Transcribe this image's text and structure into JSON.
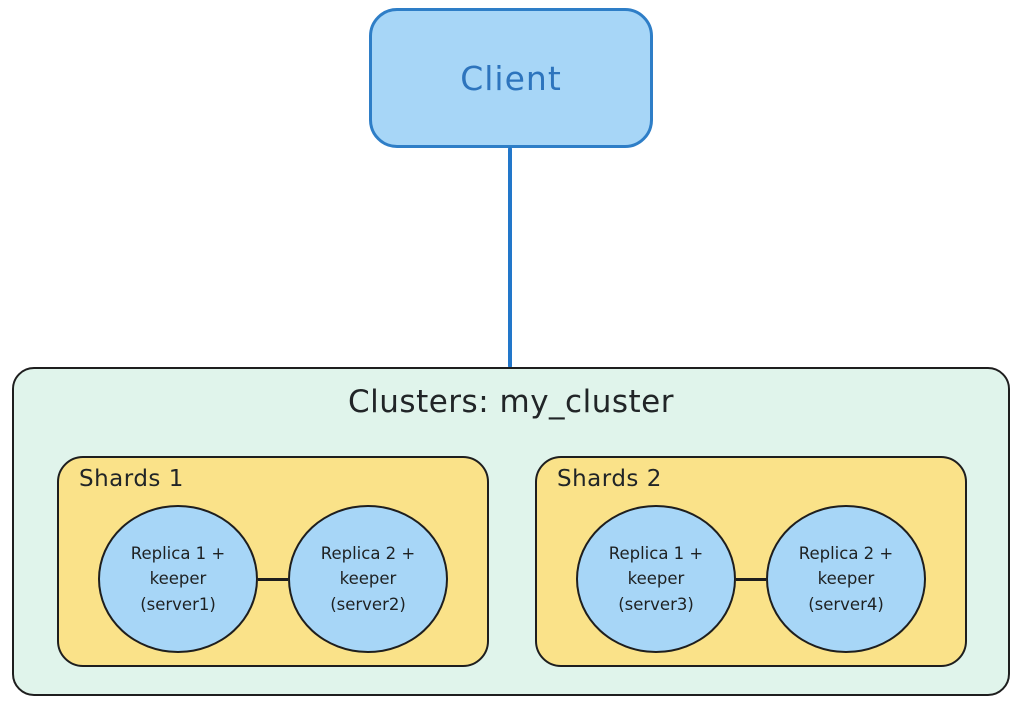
{
  "diagram": {
    "type": "cluster-architecture",
    "colors": {
      "node_blue_fill": "#a7d6f7",
      "client_border": "#2e7ec7",
      "client_text": "#2d74bd",
      "connector_blue": "#2277ca",
      "cluster_fill": "#e0f4eb",
      "shard_fill": "#fae289",
      "dark_stroke": "#1e1e1e",
      "dark_text": "#212527"
    },
    "client": {
      "label": "Client"
    },
    "cluster": {
      "title": "Clusters: my_cluster",
      "shards": [
        {
          "label": "Shards 1",
          "replicas": [
            {
              "label": "Replica 1 +\nkeeper\n(server1)"
            },
            {
              "label": "Replica 2 +\nkeeper\n(server2)"
            }
          ]
        },
        {
          "label": "Shards 2",
          "replicas": [
            {
              "label": "Replica 1 +\nkeeper\n(server3)"
            },
            {
              "label": "Replica 2 +\nkeeper\n(server4)"
            }
          ]
        }
      ]
    },
    "edges": [
      {
        "from": "client",
        "to": "cluster"
      },
      {
        "from": "shard1-replica1",
        "to": "shard1-replica2"
      },
      {
        "from": "shard2-replica1",
        "to": "shard2-replica2"
      }
    ]
  }
}
